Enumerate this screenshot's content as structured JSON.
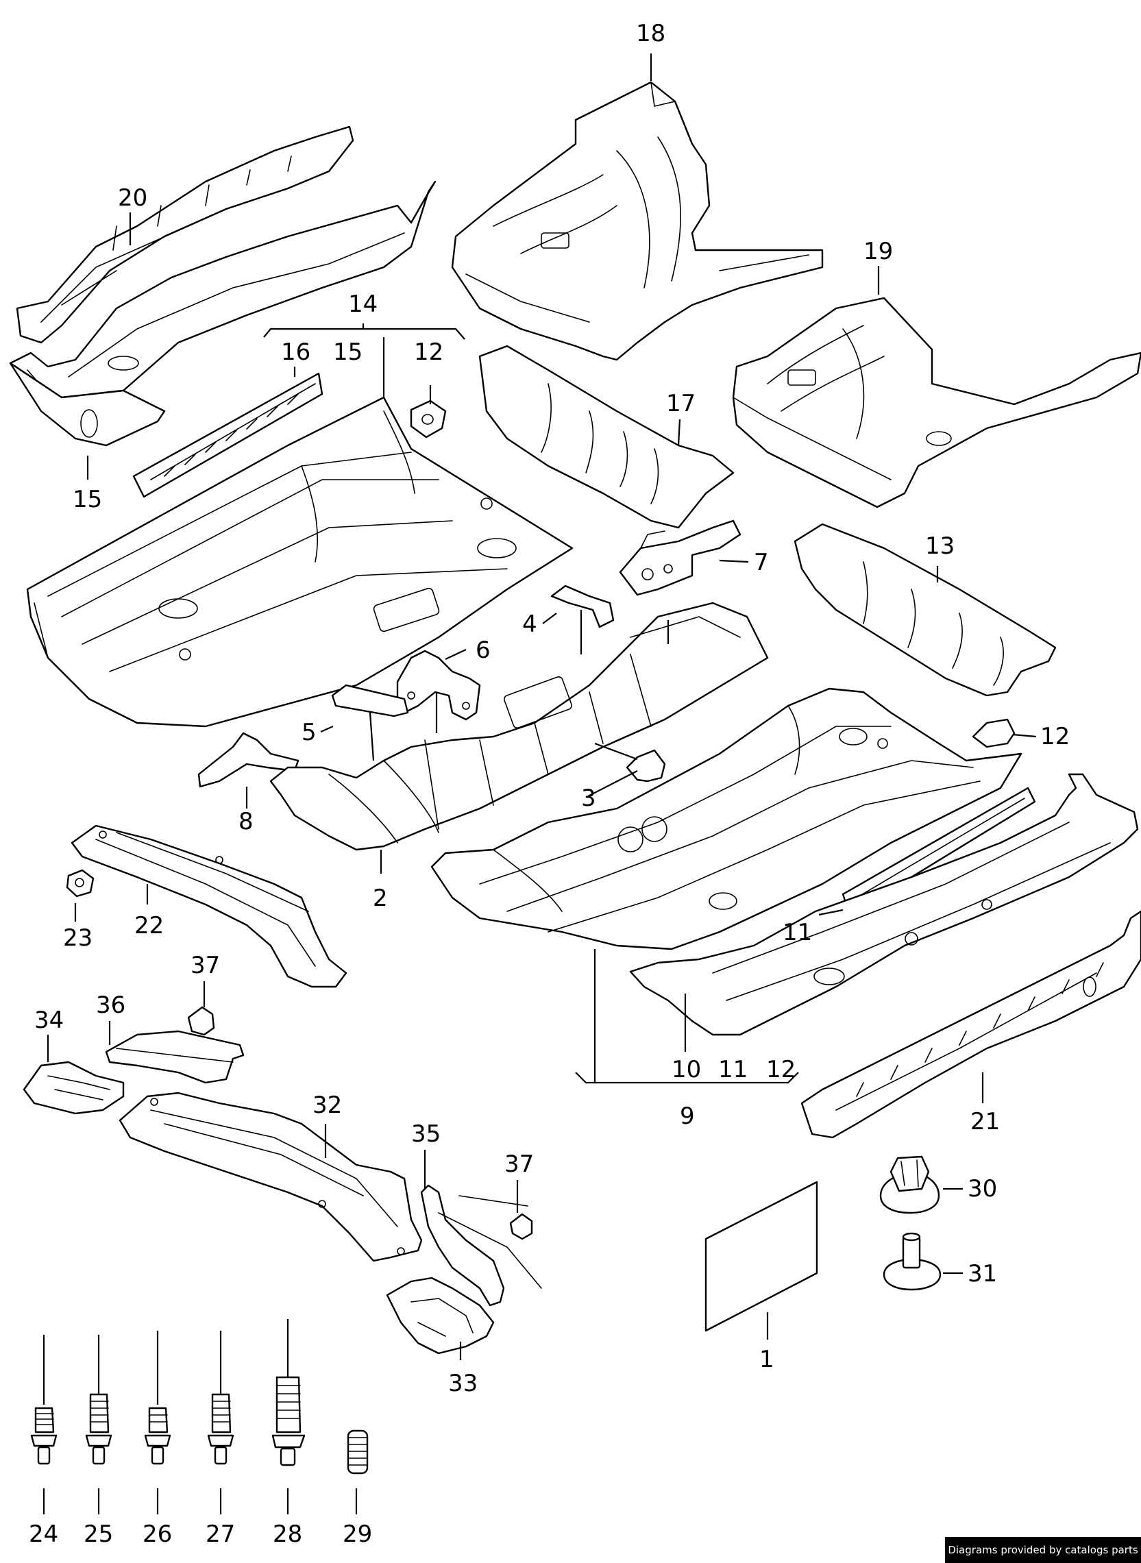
{
  "diagram": {
    "callouts": [
      "1",
      "2",
      "3",
      "4",
      "5",
      "6",
      "7",
      "8",
      "9",
      "10",
      "11",
      "12",
      "13",
      "14",
      "15",
      "16",
      "17",
      "18",
      "19",
      "20",
      "21",
      "22",
      "23",
      "24",
      "25",
      "26",
      "27",
      "28",
      "29",
      "30",
      "31",
      "32",
      "33",
      "34",
      "35",
      "36",
      "37"
    ],
    "group_labels": {
      "g14": [
        "16",
        "15",
        "12"
      ],
      "g9": [
        "10",
        "11",
        "12"
      ],
      "g15_standalone": "15",
      "g12_right": "12",
      "g11_right": "11",
      "g37_top": "37",
      "g37_low": "37"
    }
  },
  "footer": {
    "credit": "Diagrams provided by catalogs parts"
  }
}
